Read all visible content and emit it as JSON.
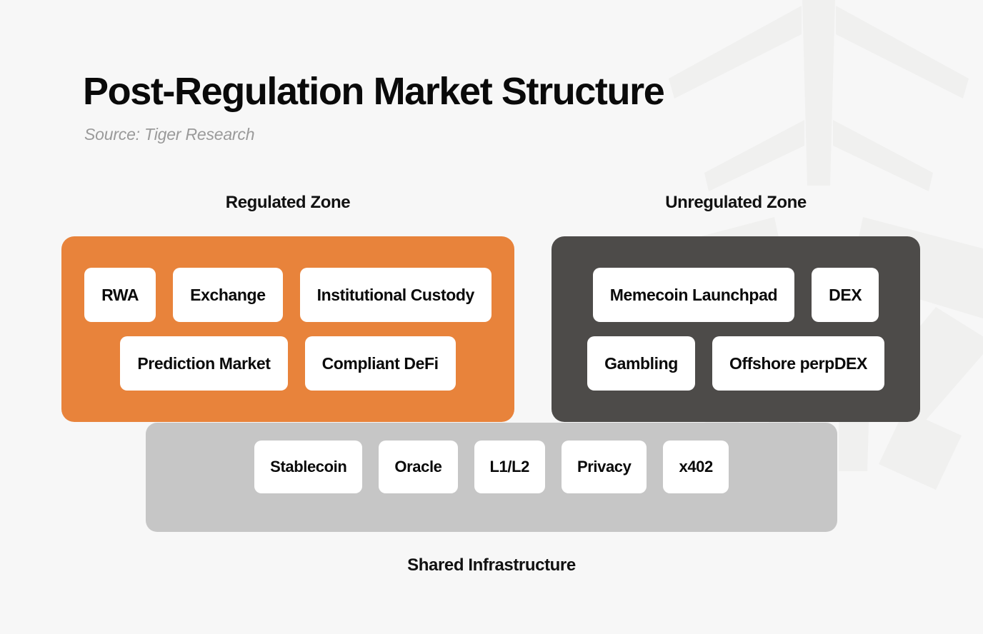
{
  "header": {
    "title": "Post-Regulation Market Structure",
    "source": "Source: Tiger Research"
  },
  "colors": {
    "background": "#F7F7F7",
    "regulated_zone": "#E8833B",
    "unregulated_zone": "#4D4B49",
    "shared_infrastructure": "#C6C6C6",
    "chip": "#FFFFFF",
    "title_text": "#0A0A0A",
    "source_text": "#9A9A9A",
    "watermark": "#F0F0EF"
  },
  "diagram": {
    "type": "block-diagram",
    "zones": [
      {
        "id": "regulated",
        "heading": "Regulated Zone",
        "rows": [
          [
            "RWA",
            "Exchange",
            "Institutional Custody"
          ],
          [
            "Prediction Market",
            "Compliant DeFi"
          ]
        ]
      },
      {
        "id": "unregulated",
        "heading": "Unregulated Zone",
        "rows": [
          [
            "Memecoin Launchpad",
            "DEX"
          ],
          [
            "Gambling",
            "Offshore perpDEX"
          ]
        ]
      }
    ],
    "shared_infrastructure": {
      "label": "Shared Infrastructure",
      "items": [
        "Stablecoin",
        "Oracle",
        "L1/L2",
        "Privacy",
        "x402"
      ]
    }
  },
  "watermark": {
    "icon": "tiger-mark-watermark"
  }
}
